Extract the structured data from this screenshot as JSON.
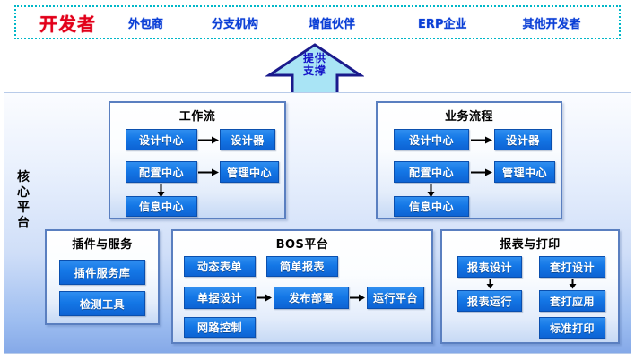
{
  "header": {
    "primary_label": "开发者",
    "items": [
      {
        "label": "外包商"
      },
      {
        "label": "分支机构"
      },
      {
        "label": "增值伙伴"
      },
      {
        "label": "ERP企业"
      },
      {
        "label": "其他开发者"
      }
    ],
    "primary_color": "#e2001a",
    "item_color": "#0b3fd6",
    "border_color": "#00b7c8"
  },
  "connector_arrow": {
    "line1": "提供",
    "line2": "支撑",
    "text_color": "#1414c8",
    "fill_color": "#a9e4f5"
  },
  "core": {
    "side_label": "核心平台",
    "panels": {
      "workflow": {
        "title": "工作流",
        "nodes": [
          {
            "label": "设计中心"
          },
          {
            "label": "设计器"
          },
          {
            "label": "配置中心"
          },
          {
            "label": "管理中心"
          },
          {
            "label": "信息中心"
          }
        ]
      },
      "business_process": {
        "title": "业务流程",
        "nodes": [
          {
            "label": "设计中心"
          },
          {
            "label": "设计器"
          },
          {
            "label": "配置中心"
          },
          {
            "label": "管理中心"
          },
          {
            "label": "信息中心"
          }
        ]
      },
      "plugins": {
        "title": "插件与服务",
        "nodes": [
          {
            "label": "插件服务库"
          },
          {
            "label": "检测工具"
          }
        ]
      },
      "bos": {
        "title": "BOS平台",
        "nodes": [
          {
            "label": "动态表单"
          },
          {
            "label": "简单报表"
          },
          {
            "label": "单据设计"
          },
          {
            "label": "发布部署"
          },
          {
            "label": "运行平台"
          },
          {
            "label": "网路控制"
          }
        ]
      },
      "report_print": {
        "title": "报表与打印",
        "nodes": [
          {
            "label": "报表设计"
          },
          {
            "label": "套打设计"
          },
          {
            "label": "报表运行"
          },
          {
            "label": "套打应用"
          },
          {
            "label": "标准打印"
          }
        ]
      }
    },
    "node_color": "#1477e6",
    "panel_border_color": "#5a7fc0"
  }
}
